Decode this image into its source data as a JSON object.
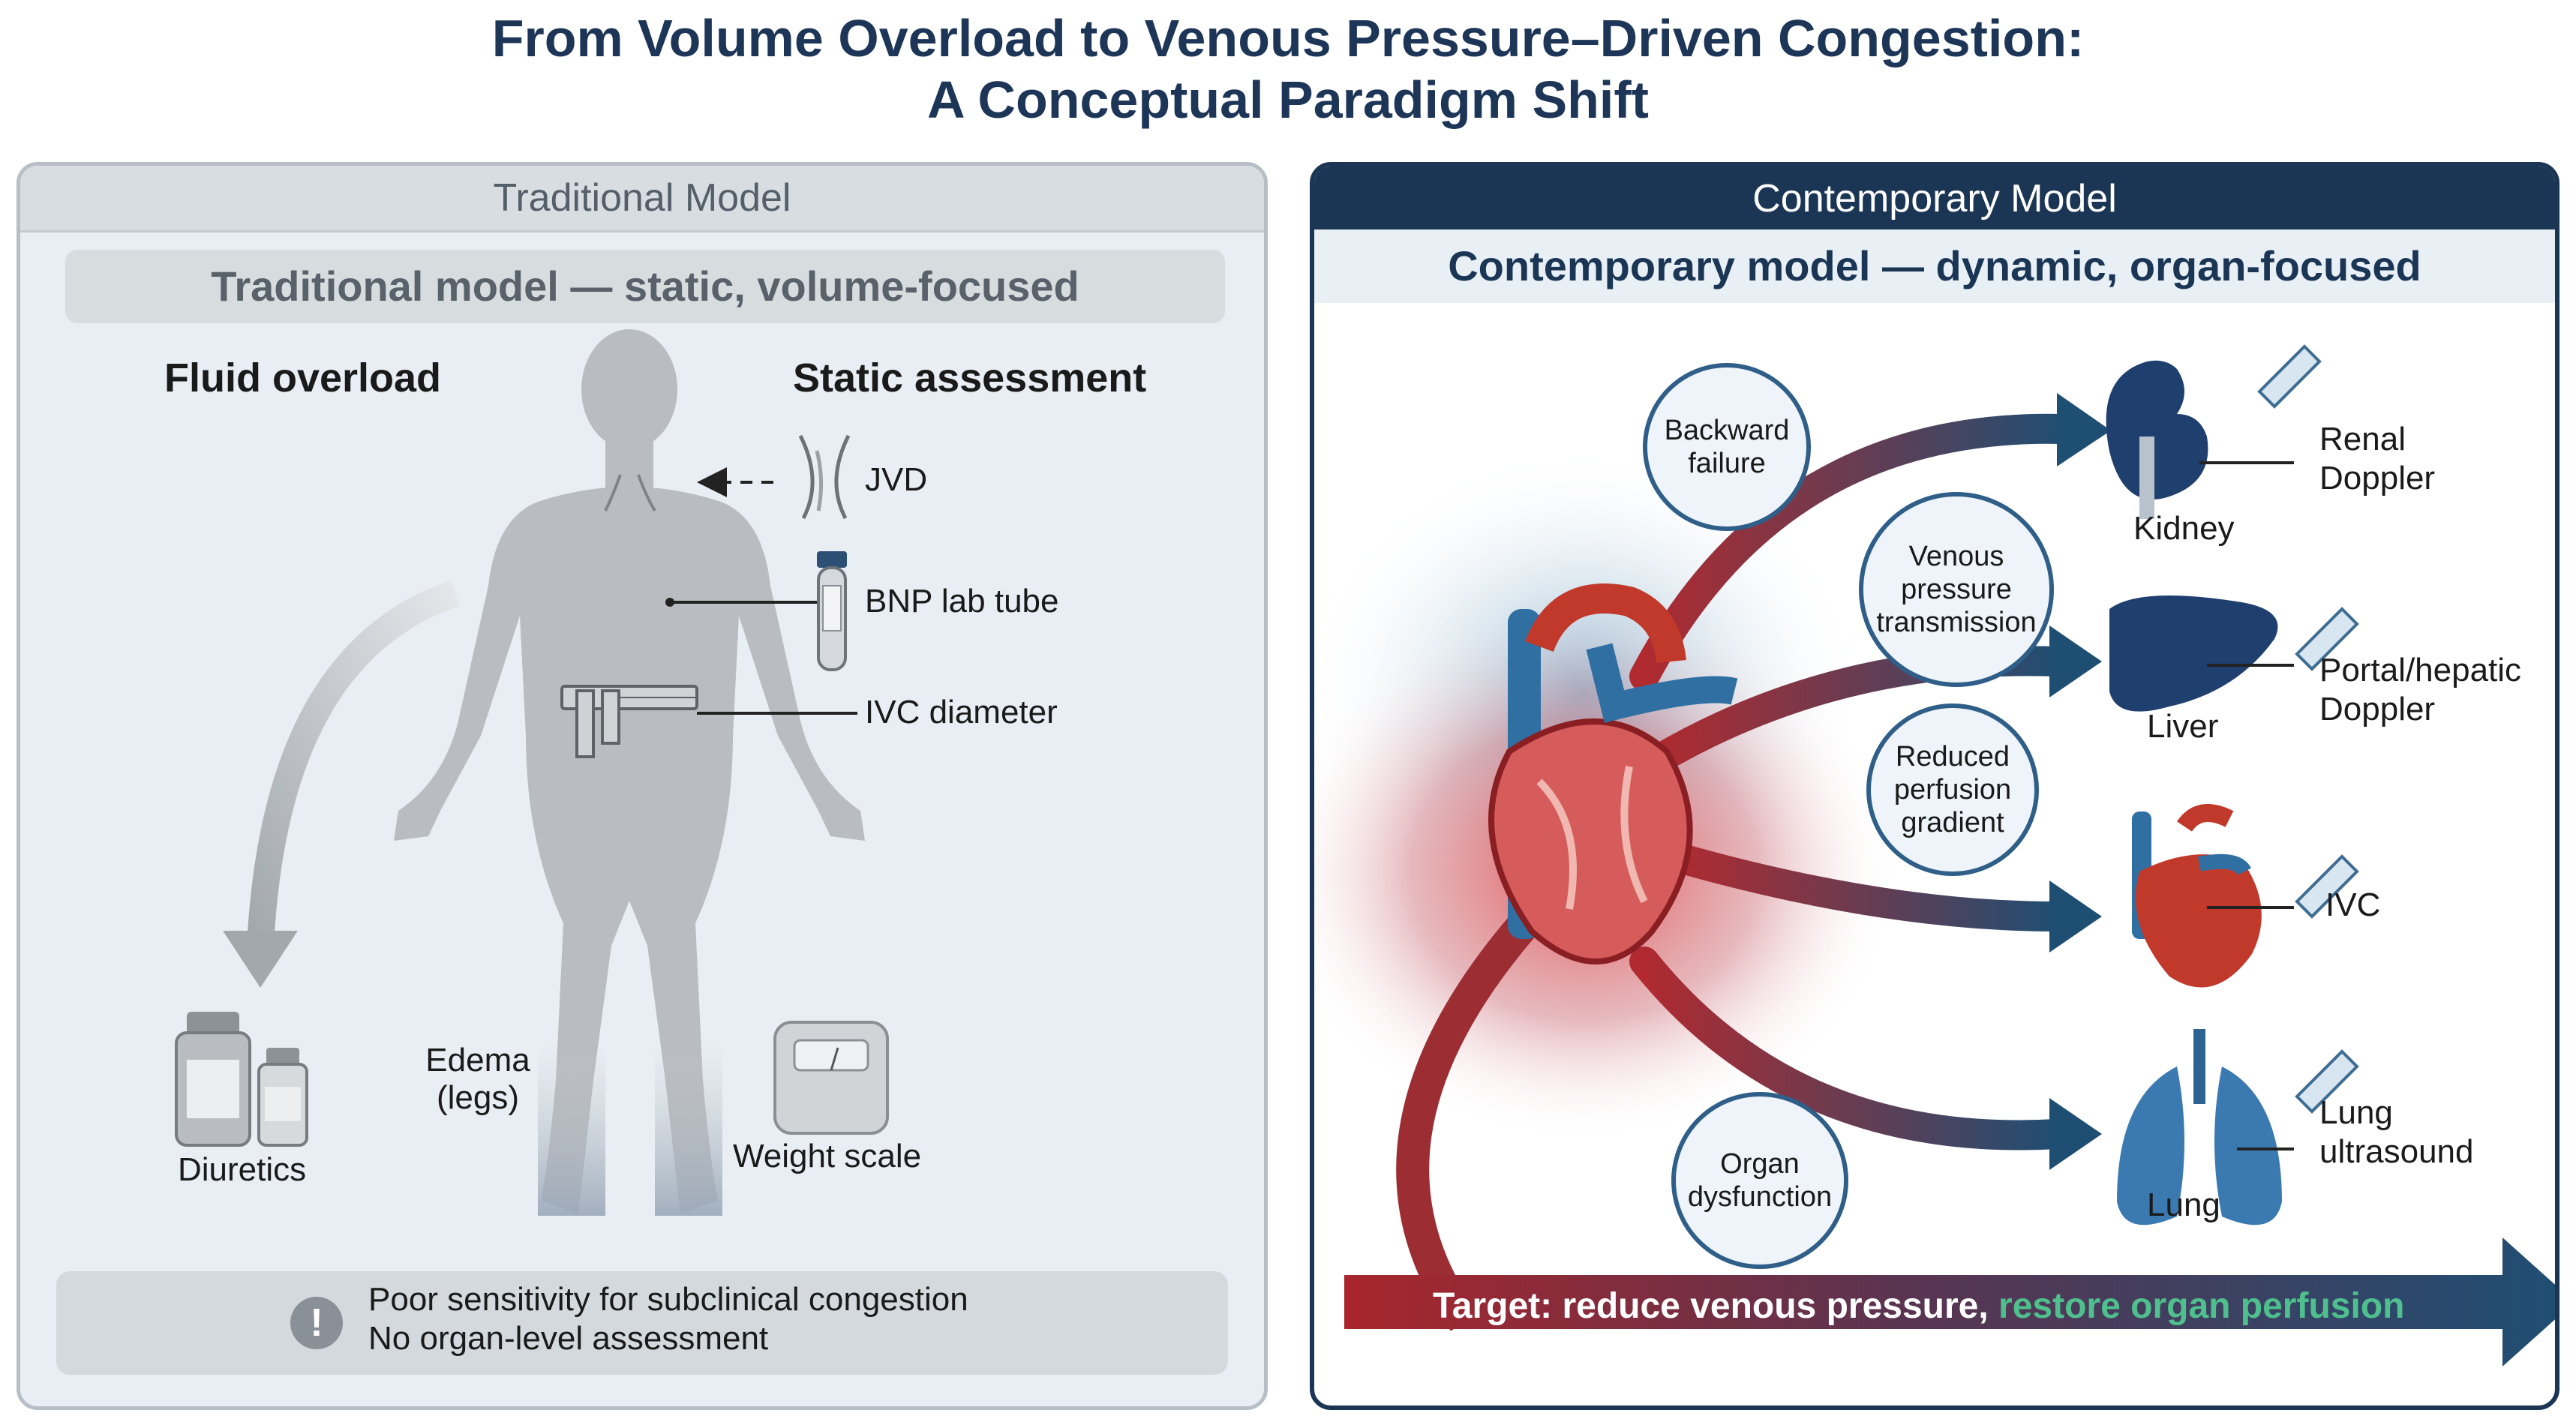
{
  "title": {
    "line1": "From Volume Overload to Venous Pressure–Driven Congestion:",
    "line2": "A Conceptual Paradigm Shift"
  },
  "traditional": {
    "header": "Traditional Model",
    "subtitle": "Traditional model — static, volume-focused",
    "fluid_overload": "Fluid overload",
    "static_assessment": "Static assessment",
    "jvd": "JVD",
    "bnp": "BNP lab tube",
    "ivc_diameter": "IVC diameter",
    "diuretics": "Diuretics",
    "edema_line1": "Edema",
    "edema_line2": "(legs)",
    "weight_scale": "Weight scale",
    "warning_line1": "Poor sensitivity for subclinical congestion",
    "warning_line2": "No organ-level assessment",
    "warning_icon": "!"
  },
  "contemporary": {
    "header": "Contemporary Model",
    "subtitle": "Contemporary model — dynamic, organ-focused",
    "bubbles": {
      "backward": "Backward\nfailure",
      "venous": "Venous\npressure\ntransmission",
      "reduced": "Reduced\nperfusion\ngradient",
      "organ": "Organ\ndysfunction"
    },
    "organs": {
      "kidney": "Kidney",
      "renal_l1": "Renal",
      "renal_l2": "Doppler",
      "liver": "Liver",
      "portal_l1": "Portal/hepatic",
      "portal_l2": "Doppler",
      "ivc": "IVC",
      "lung": "Lung",
      "lungus_l1": "Lung",
      "lungus_l2": "ultrasound"
    },
    "target_prefix": "Target: reduce venous pressure, ",
    "target_green": "restore organ perfusion"
  },
  "colors": {
    "navy": "#1b3655",
    "red": "#c0392b",
    "blue": "#2a5f8a",
    "green": "#4fc08d",
    "grey_panel": "#e8eef3"
  }
}
